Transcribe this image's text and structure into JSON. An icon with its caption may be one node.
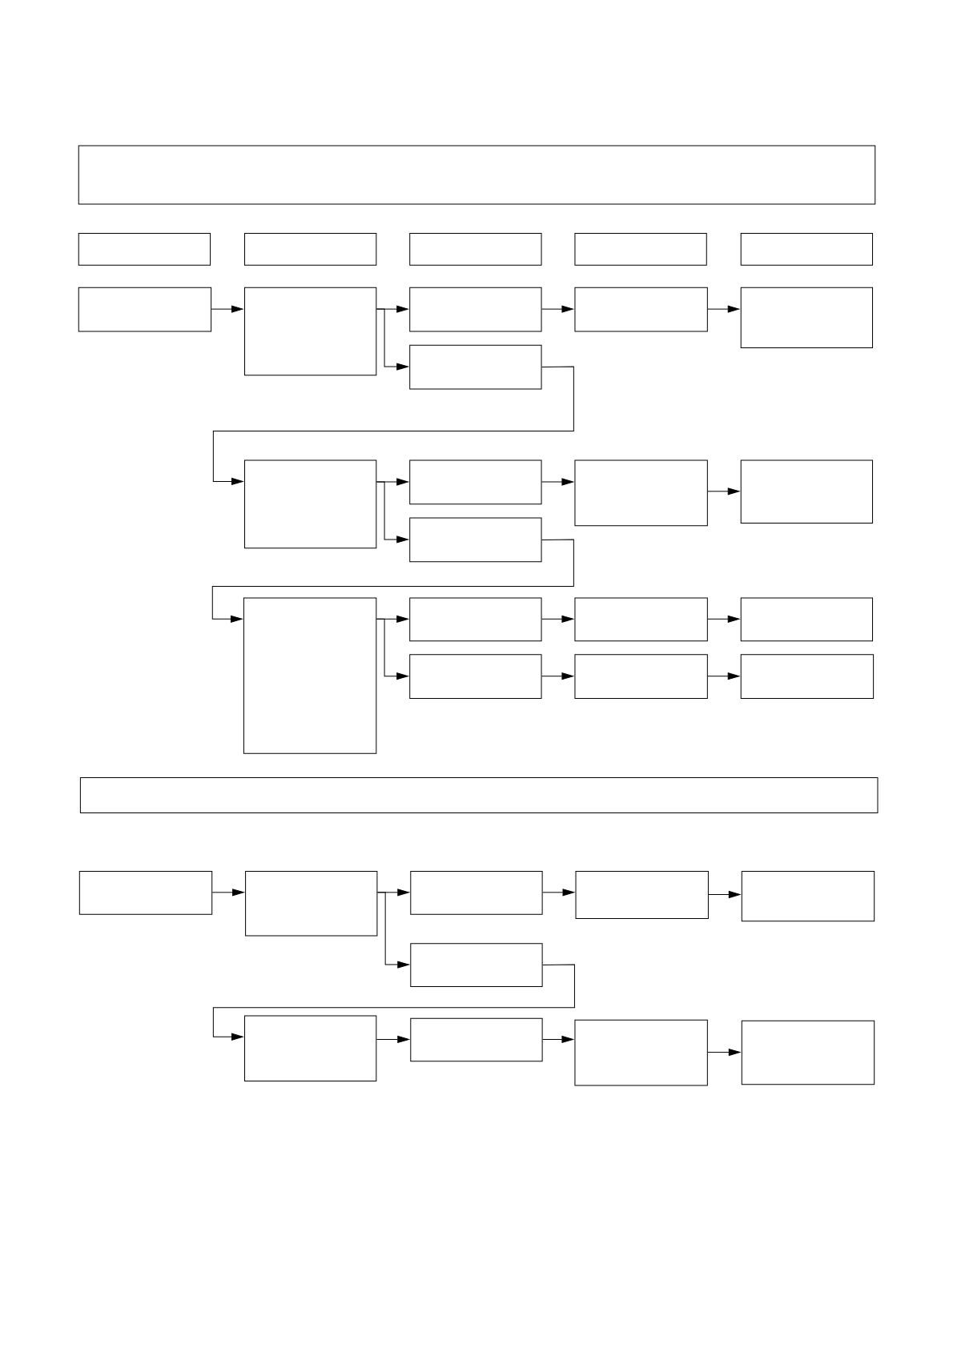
{
  "diagram": {
    "nodes": [
      {
        "text": [],
        "shape": "box"
      },
      {
        "text": [],
        "shape": "box"
      },
      {
        "text": [],
        "shape": "box"
      },
      {
        "text": [],
        "shape": "box"
      },
      {
        "text": [],
        "shape": "box"
      },
      {
        "text": [],
        "shape": "box"
      },
      {
        "text": [],
        "shape": "box"
      },
      {
        "text": [],
        "shape": "box"
      },
      {
        "text": [],
        "shape": "box"
      },
      {
        "text": [],
        "shape": "box"
      },
      {
        "text": [],
        "shape": "box"
      },
      {
        "text": [],
        "shape": "box"
      },
      {
        "text": [],
        "shape": "box"
      },
      {
        "text": [],
        "shape": "box"
      },
      {
        "text": [],
        "shape": "box"
      },
      {
        "text": [],
        "shape": "box"
      },
      {
        "text": [],
        "shape": "box"
      },
      {
        "text": [],
        "shape": "box"
      },
      {
        "text": [],
        "shape": "box"
      },
      {
        "text": [],
        "shape": "box"
      },
      {
        "text": [],
        "shape": "box"
      },
      {
        "text": [],
        "shape": "box"
      },
      {
        "text": [],
        "shape": "box"
      },
      {
        "text": [],
        "shape": "box"
      },
      {
        "text": [],
        "shape": "box"
      },
      {
        "text": [],
        "shape": "box"
      },
      {
        "text": [],
        "shape": "box"
      },
      {
        "text": [],
        "shape": "box"
      },
      {
        "text": [],
        "shape": "box"
      },
      {
        "text": [],
        "shape": "box"
      },
      {
        "text": [],
        "shape": "box"
      },
      {
        "text": [],
        "shape": "box"
      },
      {
        "text": [],
        "shape": "box"
      },
      {
        "text": [],
        "shape": "box"
      },
      {
        "text": [],
        "shape": "box"
      }
    ],
    "edges": [
      {
        "from": 6,
        "to": 7,
        "arrow": "to"
      },
      {
        "from": 7,
        "to": 8,
        "arrow": "to"
      },
      {
        "from": 7,
        "to": 11,
        "arrow": "to"
      },
      {
        "from": 8,
        "to": 9,
        "arrow": "to"
      },
      {
        "from": 9,
        "to": 10,
        "arrow": "to"
      },
      {
        "from": 11,
        "to": 12,
        "arrow": "to"
      },
      {
        "from": 12,
        "to": 13,
        "arrow": "to"
      },
      {
        "from": 12,
        "to": 16,
        "arrow": "to"
      },
      {
        "from": 13,
        "to": 14,
        "arrow": "to"
      },
      {
        "from": 14,
        "to": 15,
        "arrow": "to"
      },
      {
        "from": 16,
        "to": 17,
        "arrow": "to"
      },
      {
        "from": 17,
        "to": 18,
        "arrow": "to"
      },
      {
        "from": 17,
        "to": 21,
        "arrow": "to"
      },
      {
        "from": 18,
        "to": 19,
        "arrow": "to"
      },
      {
        "from": 19,
        "to": 20,
        "arrow": "to"
      },
      {
        "from": 21,
        "to": 22,
        "arrow": "to"
      },
      {
        "from": 22,
        "to": 23,
        "arrow": "to"
      },
      {
        "from": 25,
        "to": 26,
        "arrow": "to"
      },
      {
        "from": 26,
        "to": 27,
        "arrow": "to"
      },
      {
        "from": 26,
        "to": 30,
        "arrow": "to"
      },
      {
        "from": 27,
        "to": 28,
        "arrow": "to"
      },
      {
        "from": 28,
        "to": 29,
        "arrow": "to"
      },
      {
        "from": 30,
        "to": 31,
        "arrow": "to"
      },
      {
        "from": 31,
        "to": 32,
        "arrow": "to"
      },
      {
        "from": 32,
        "to": 33,
        "arrow": "to"
      },
      {
        "from": 33,
        "to": 34,
        "arrow": "to"
      }
    ]
  }
}
